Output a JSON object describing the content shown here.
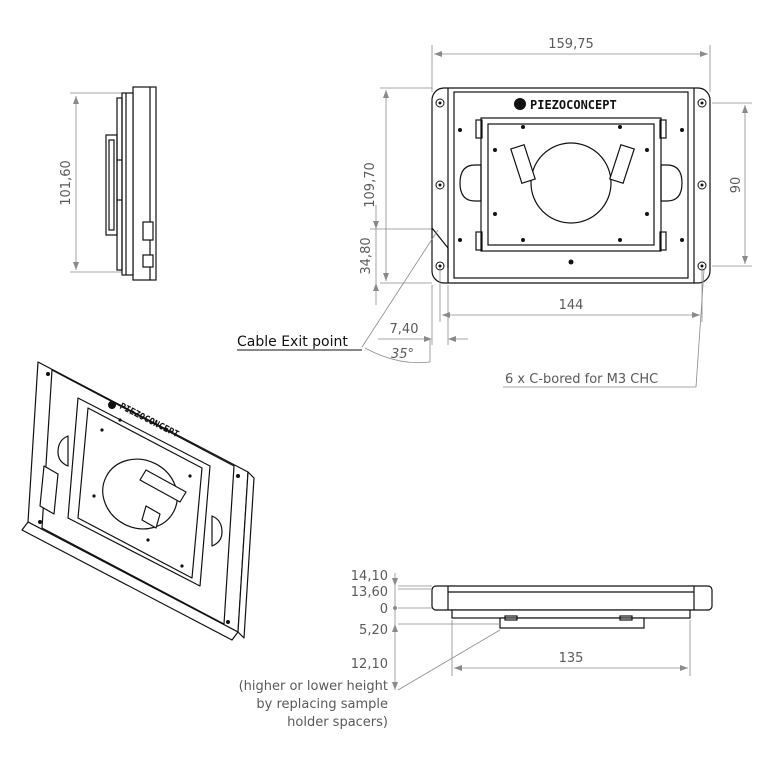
{
  "brand": "PIEZOCONCEPT",
  "dimensions": {
    "top_width": "159,75",
    "side_height": "101,60",
    "front_height": "109,70",
    "right_height": "90",
    "hole_spacing": "144",
    "cable_height": "34,80",
    "cable_offset": "7,40",
    "cable_angle": "35°",
    "bottom_width": "135"
  },
  "annotations": {
    "cable_exit": "Cable Exit point",
    "cbore": "6 x C-bored for M3 CHC"
  },
  "heights": {
    "h1": "14,10",
    "h2": "13,60",
    "h3": "0",
    "h4": "5,20",
    "h5": "12,10",
    "note_line1": "(higher or lower height",
    "note_line2": "by replacing sample",
    "note_line3": "holder spacers)"
  }
}
